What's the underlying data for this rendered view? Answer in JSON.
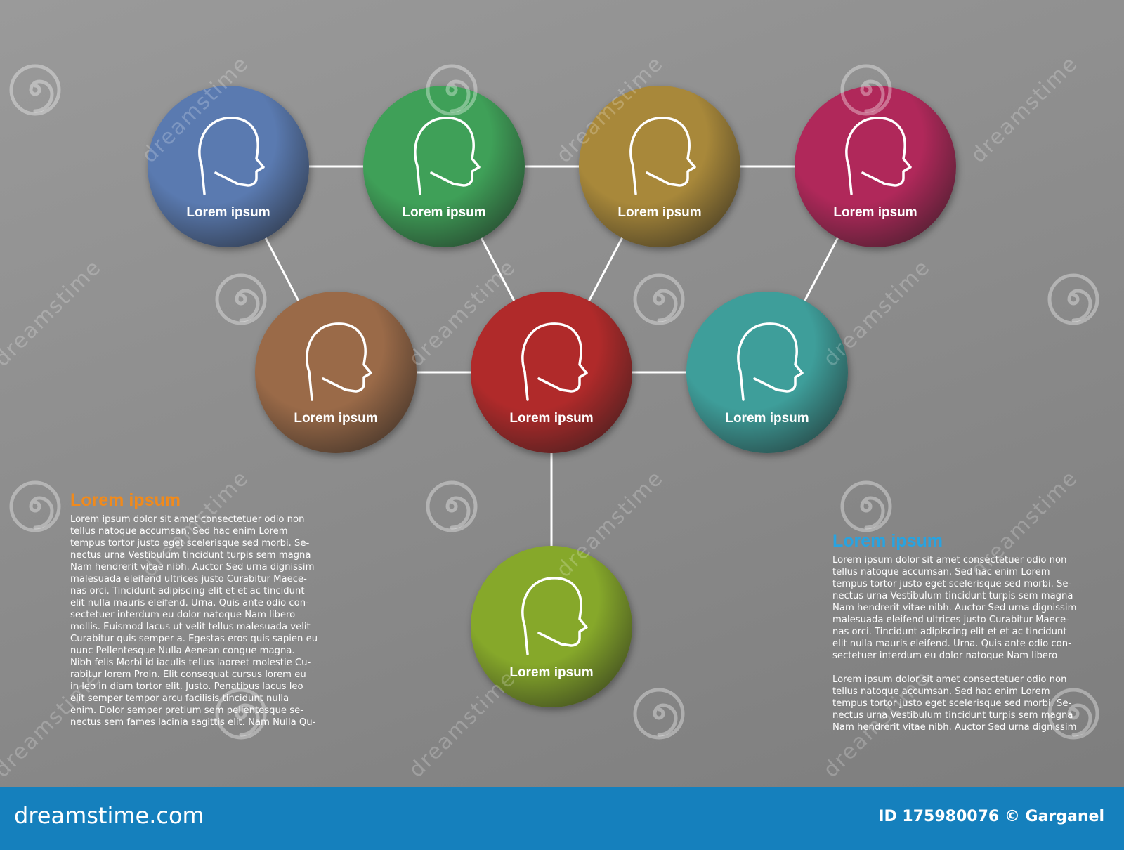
{
  "diagram": {
    "nodes": [
      {
        "id": "n1",
        "label": "Lorem ipsum",
        "color": "#5a7ab0",
        "icon": "person-head-icon"
      },
      {
        "id": "n2",
        "label": "Lorem ipsum",
        "color": "#3fa058",
        "icon": "person-head-icon"
      },
      {
        "id": "n3",
        "label": "Lorem ipsum",
        "color": "#a8883a",
        "icon": "person-head-icon"
      },
      {
        "id": "n4",
        "label": "Lorem ipsum",
        "color": "#b0285a",
        "icon": "person-head-icon"
      },
      {
        "id": "n5",
        "label": "Lorem ipsum",
        "color": "#9a6a48",
        "icon": "person-head-icon"
      },
      {
        "id": "n6",
        "label": "Lorem ipsum",
        "color": "#b02a2a",
        "icon": "person-head-icon"
      },
      {
        "id": "n7",
        "label": "Lorem ipsum",
        "color": "#3e9e9a",
        "icon": "person-head-icon"
      },
      {
        "id": "n8",
        "label": "Lorem ipsum",
        "color": "#86a82a",
        "icon": "person-head-icon"
      }
    ],
    "edges": [
      [
        "n1",
        "n2"
      ],
      [
        "n2",
        "n3"
      ],
      [
        "n3",
        "n4"
      ],
      [
        "n1",
        "n5"
      ],
      [
        "n2",
        "n6"
      ],
      [
        "n3",
        "n6"
      ],
      [
        "n4",
        "n7"
      ],
      [
        "n5",
        "n6"
      ],
      [
        "n6",
        "n7"
      ],
      [
        "n6",
        "n8"
      ]
    ],
    "line_color": "#ffffff"
  },
  "left_block": {
    "title": "Lorem ipsum",
    "title_color": "#f08a1c",
    "body": "Lorem ipsum dolor sit amet consectetuer odio non\ntellus natoque accumsan. Sed hac enim Lorem\ntempus tortor justo eget scelerisque sed morbi. Se-\nnectus urna Vestibulum tincidunt turpis sem magna\nNam hendrerit vitae nibh. Auctor Sed urna dignissim\nmalesuada eleifend ultrices justo Curabitur Maece-\nnas orci. Tincidunt adipiscing elit et et ac tincidunt\nelit nulla mauris eleifend. Urna. Quis ante odio con-\nsectetuer interdum eu dolor natoque Nam libero\nmollis. Euismod lacus ut velit tellus malesuada velit\nCurabitur quis semper a. Egestas eros quis sapien eu\nnunc Pellentesque Nulla Aenean congue magna.\nNibh felis Morbi id iaculis tellus laoreet molestie Cu-\nrabitur lorem Proin. Elit consequat cursus lorem eu\nin leo in diam tortor elit. Justo. Penatibus lacus leo\nelit semper tempor arcu facilisis tincidunt nulla\nenim. Dolor semper pretium sem pellentesque se-\nnectus sem fames lacinia sagittis elit. Nam Nulla Qu-"
  },
  "right_block": {
    "title": "Lorem ipsum",
    "title_color": "#29a3e0",
    "body_1": "Lorem ipsum dolor sit amet consectetuer odio non\ntellus natoque accumsan. Sed hac enim Lorem\ntempus tortor justo eget scelerisque sed morbi. Se-\nnectus urna Vestibulum tincidunt turpis sem magna\nNam hendrerit vitae nibh. Auctor Sed urna dignissim\nmalesuada eleifend ultrices justo Curabitur Maece-\nnas orci. Tincidunt adipiscing elit et et ac tincidunt\nelit nulla mauris eleifend. Urna. Quis ante odio con-\nsectetuer interdum eu dolor natoque Nam libero",
    "body_2": "Lorem ipsum dolor sit amet consectetuer odio non\ntellus natoque accumsan. Sed hac enim Lorem\ntempus tortor justo eget scelerisque sed morbi. Se-\nnectus urna Vestibulum tincidunt turpis sem magna\nNam hendrerit vitae nibh. Auctor Sed urna dignissim"
  },
  "watermark": {
    "text": "dreamstime",
    "icon": "dreamstime-spiral-icon"
  },
  "footer": {
    "site": "dreamstime.com",
    "image_id": "ID 175980076 © Garganel",
    "bg_color": "#1580bd"
  }
}
